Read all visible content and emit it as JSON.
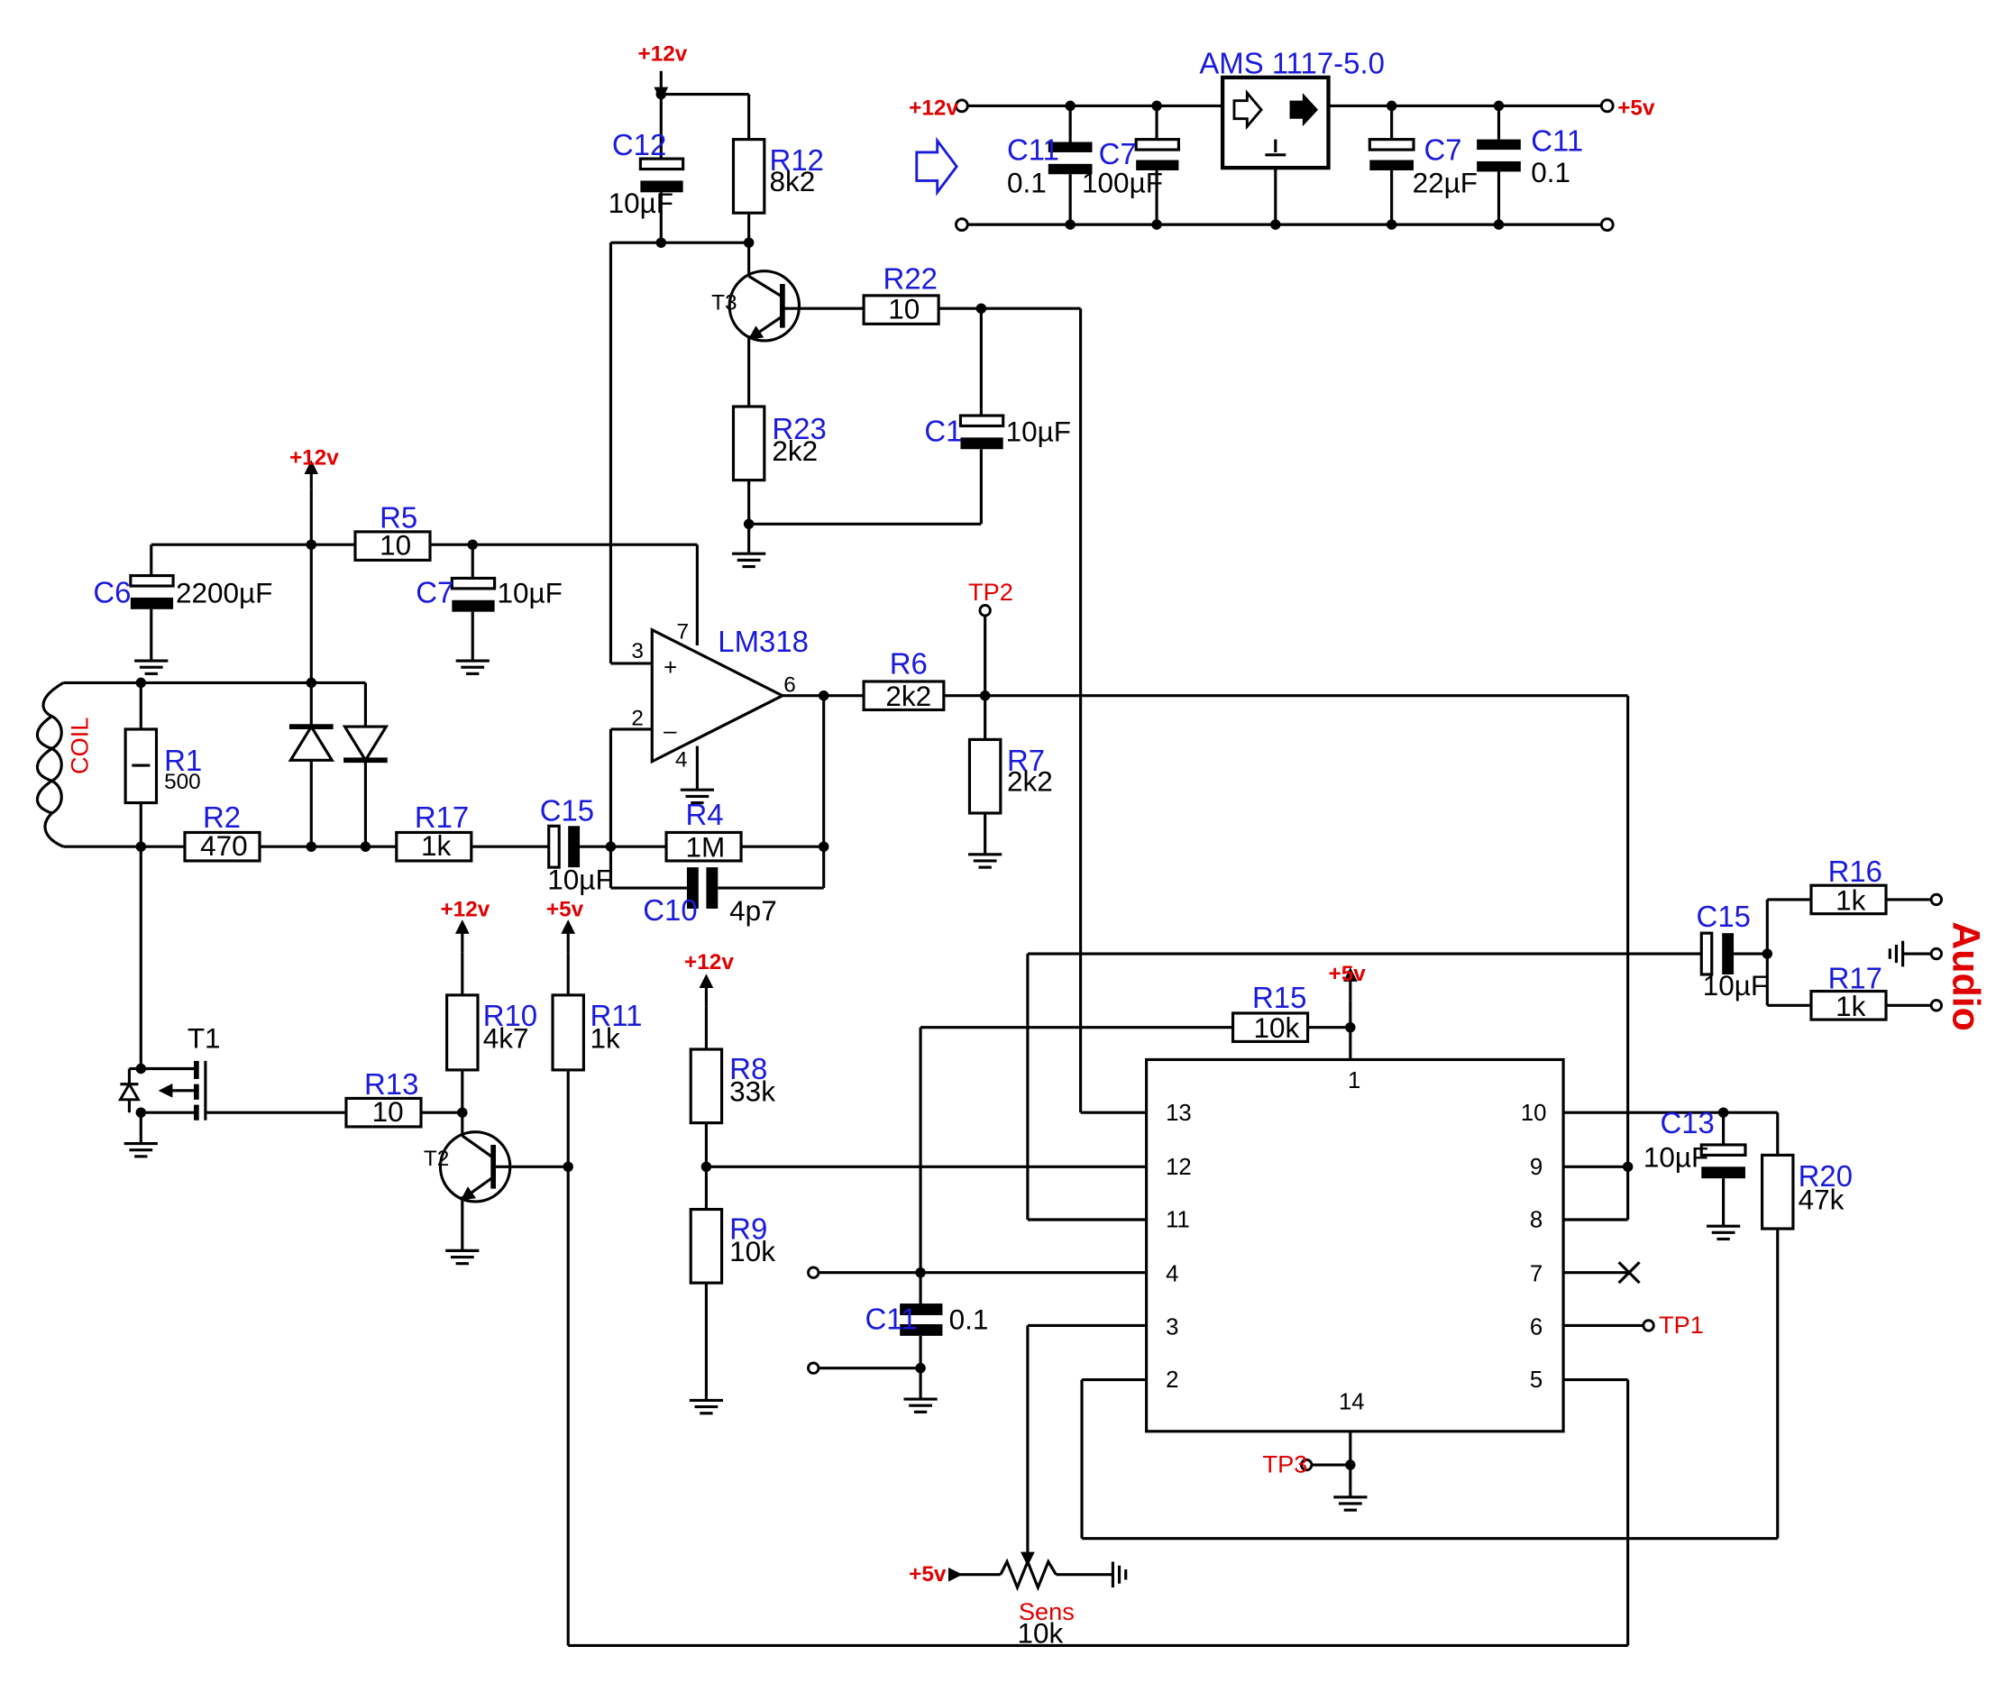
{
  "rails": {
    "v12": "+12v",
    "v5": "+5v"
  },
  "regulator": {
    "name": "AMS 1117-5.0",
    "c11_in": {
      "ref": "C11",
      "value": "0.1"
    },
    "c7_in": {
      "ref": "C7",
      "value": "100µF"
    },
    "c7_out": {
      "ref": "C7",
      "value": "22µF"
    },
    "c11_out": {
      "ref": "C11",
      "value": "0.1"
    }
  },
  "opamp": {
    "name": "LM318",
    "pins": [
      "7",
      "3",
      "2",
      "6",
      "4"
    ]
  },
  "components": {
    "R1": {
      "ref": "R1",
      "value": "500"
    },
    "R2": {
      "ref": "R2",
      "value": "470"
    },
    "R4": {
      "ref": "R4",
      "value": "1M"
    },
    "R5": {
      "ref": "R5",
      "value": "10"
    },
    "R6": {
      "ref": "R6",
      "value": "2k2"
    },
    "R7": {
      "ref": "R7",
      "value": "2k2"
    },
    "R8": {
      "ref": "R8",
      "value": "33k"
    },
    "R9": {
      "ref": "R9",
      "value": "10k"
    },
    "R10": {
      "ref": "R10",
      "value": "4k7"
    },
    "R11": {
      "ref": "R11",
      "value": "1k"
    },
    "R12": {
      "ref": "R12",
      "value": "8k2"
    },
    "R13": {
      "ref": "R13",
      "value": "10"
    },
    "R15": {
      "ref": "R15",
      "value": "10k"
    },
    "R16": {
      "ref": "R16",
      "value": "1k"
    },
    "R17a": {
      "ref": "R17",
      "value": "1k"
    },
    "R17b": {
      "ref": "R17",
      "value": "1k"
    },
    "R20": {
      "ref": "R20",
      "value": "47k"
    },
    "R22": {
      "ref": "R22",
      "value": "10"
    },
    "R23": {
      "ref": "R23",
      "value": "2k2"
    },
    "C1": {
      "ref": "C1",
      "value": "10µF"
    },
    "C6": {
      "ref": "C6",
      "value": "2200µF"
    },
    "C7": {
      "ref": "C7",
      "value": "10µF"
    },
    "C10": {
      "ref": "C10",
      "value": "4p7"
    },
    "C11": {
      "ref": "C11",
      "value": "0.1"
    },
    "C12": {
      "ref": "C12",
      "value": "10µF"
    },
    "C13": {
      "ref": "C13",
      "value": "10µF"
    },
    "C15a": {
      "ref": "C15",
      "value": "10µF"
    },
    "C15b": {
      "ref": "C15",
      "value": "10µF"
    }
  },
  "transistors": {
    "T1": "T1",
    "T2": "T2",
    "T3": "T3"
  },
  "coil": "COIL",
  "testpoints": {
    "tp1": "TP1",
    "tp2": "TP2",
    "tp3": "TP3"
  },
  "ic_pins": {
    "p1": "1",
    "p2": "2",
    "p3": "3",
    "p4": "4",
    "p5": "5",
    "p6": "6",
    "p7": "7",
    "p8": "8",
    "p9": "9",
    "p10": "10",
    "p11": "11",
    "p12": "12",
    "p13": "13",
    "p14": "14"
  },
  "sens": {
    "label": "Sens",
    "value": "10k"
  },
  "audio": "Audio"
}
